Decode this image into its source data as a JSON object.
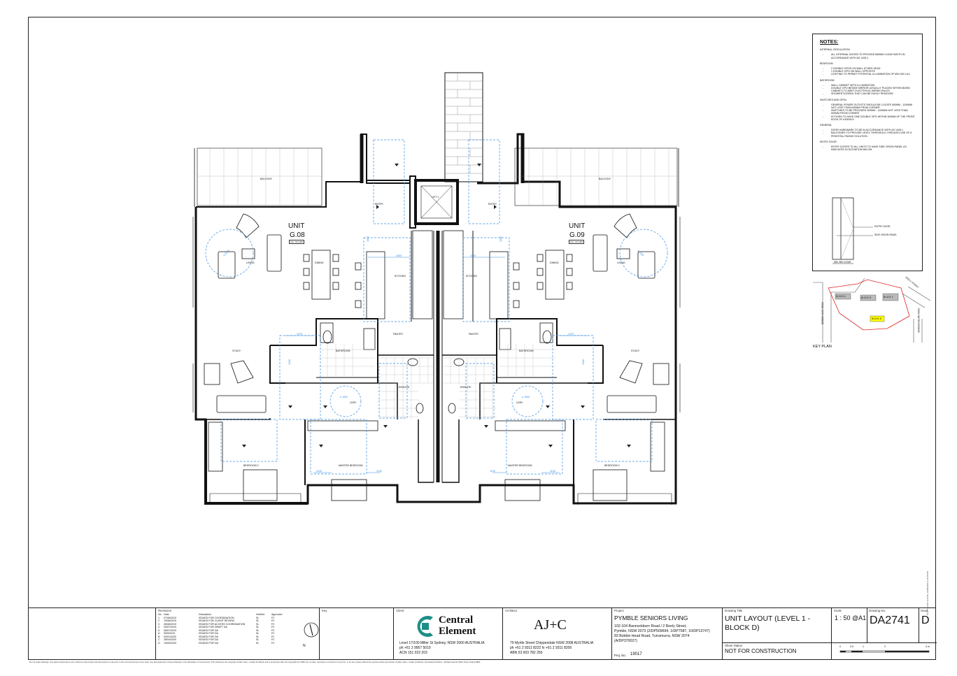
{
  "plan": {
    "unit_left": {
      "label": "UNIT",
      "id": "G.08",
      "rl": "FFL: 161.280"
    },
    "unit_right": {
      "label": "UNIT",
      "id": "G.09",
      "rl": "FFL: 161.280"
    },
    "rooms": {
      "balcony": "BALCONY",
      "living": "LIVING",
      "dining": "DINING",
      "kitchen": "KITCHEN",
      "pantry": "PANTRY",
      "study": "STUDY",
      "bathroom": "BATHROOM",
      "ensuite": "ENSUITE",
      "bedroom2": "BEDROOM 2",
      "master": "MASTER BEDROOM",
      "entry": "ENTRY",
      "lift": "LIFT 1",
      "ldry": "LDRY"
    },
    "dims": {
      "d2250": "⌀ 2250",
      "d1550": "1550",
      "d1275": "1275",
      "d1500": "⌀ 1500",
      "d1105": "1105",
      "d1000": "1000",
      "d1450": "1450"
    }
  },
  "notes": {
    "title": "NOTES:",
    "sections": [
      {
        "heading": "INTERNAL CIRCULATION",
        "items": [
          "ALL INTERNAL DOORS TO PROVIDE 850MM CLEAR WIDTH IN ACCORDANCE WITH AS 1428.1"
        ]
      },
      {
        "heading": "BEDROOM",
        "items": [
          "2 DOUBLE GPOS ON WALL AT BED HEAD",
          "1 DOUBLE GPO ON WALL OPPOSITE",
          "LIGHTING TO PERMIT POTENTIAL ILLUMINATION OF MIN 300 LUX"
        ]
      },
      {
        "heading": "BATHROOM",
        "items": [
          "WALL CABINET WITH ILLUMINATION",
          "DOUBLE GPO BESIDE MIRROR (USUALLY PLACED WITHIN BASIN CABINET) TO MEET ELECTRICAL WIRING RULES",
          "SHOWER SCREEN THAT CAN BE EASILY REMOVED"
        ]
      },
      {
        "heading": "SWITCHES AND GPOs",
        "items": [
          "GENERAL POWER OUTLETS SHOULD BE LOCATE 600MM - 1100MM NOT LESS THAN 500MM FROM CORNER",
          "SWITCHES TO BE PROVIDED 900MM - 1100MM NOT LESS THAN 500MM FROM CORNER",
          "KITCHEN TO HAVE ONE DOUBLE GPO WITHIN 300MM OF THE FRONT EDGE OF A BENCH"
        ]
      },
      {
        "heading": "GENERAL",
        "items": [
          "DOOR HARDWARE TO BE IN ACCORDANCE WITH AS 1428.1",
          "BALCONIES TO PROVIDE LEVEL THRESHOLD THROUGH USE OF A PEDESTAL PAVING SOLUTION"
        ]
      },
      {
        "heading": "ENTRY DOOR",
        "items": [
          "ENTRY DOORS TO ALL UNITS TO HAVE SIDE VISION PANEL AS INDICATED IN ELEVATION BELOW"
        ]
      }
    ],
    "door_labels": {
      "entry": "ENTRY DOOR",
      "side": "SIDE VISION PANEL",
      "clear": "MIN. 850 CLEAR"
    }
  },
  "keyplan": {
    "title": "KEY PLAN",
    "blocks": [
      "BLOCK A",
      "BLOCK B",
      "BLOCK C",
      "BLOCK D"
    ],
    "streets": [
      "REELY STREET",
      "BOBBIN HEAD ROAD",
      "BANNOCKBURN ROAD"
    ]
  },
  "titleblock": {
    "revisions_label": "Revisions",
    "rev_headers": [
      "No.",
      "Date",
      "Description",
      "Verified",
      "Approved"
    ],
    "revisions": [
      [
        "1",
        "07/06/2019",
        "ISSUED FOR COORDINATION",
        "SL",
        "PJ"
      ],
      [
        "2",
        "19/06/2019",
        "ISSUED FOR CLIENT REVIEW",
        "SL",
        "PJ"
      ],
      [
        "3",
        "28/06/2019",
        "ISSUED FOR ACCESS COORDINATION",
        "SL",
        "PJ"
      ],
      [
        "4",
        "03/07/2019",
        "ISSUED FOR DRAFT DA",
        "SL",
        "PJ"
      ],
      [
        "5",
        "08/07/2019",
        "ISSUED FOR DA",
        "SL",
        "PJ"
      ],
      [
        "A",
        "9/09/2019",
        "ISSUED FOR DA",
        "SL",
        "PJ"
      ],
      [
        "B",
        "03/01/2020",
        "ISSUED FOR DA",
        "SL",
        "PJ"
      ],
      [
        "C",
        "28/04/2020",
        "ISSUED FOR DA",
        "SL",
        "PJ"
      ],
      [
        "D",
        "19/05/2020",
        "ISSUED FOR DA",
        "SL",
        "PJ"
      ]
    ],
    "key_label": "Key",
    "north": "N",
    "client_label": "Client",
    "client_name1": "Central",
    "client_name2": "Element",
    "client_addr": [
      "Level 17/100 Miller St Sydney, NSW 2060 AUSTRALIA",
      "ph +61 2 9957 5019",
      "ACN 151 022 203"
    ],
    "architect_label": "Architect",
    "architect_logo": "AJ+C",
    "architect_addr": [
      "79 Myrtle Street Chippendale NSW 2008 AUSTRALIA",
      "ph +61 2 9311 8222 fx +61 2 9311 8200",
      "ABN 53 003 782 250"
    ],
    "project_label": "Project",
    "project_name": "PYMBLE SENIORS LIVING",
    "project_addr": [
      "102-104 Bannockburn Road / 2 Reely Street,",
      "Pymble, NSW 2073 (2/DP509694, 1/DP7587, 10/DP13747)",
      "83 Bobbin Head Road, Turramurra, NSW 2074",
      "(A/DP370027)"
    ],
    "proj_no_label": "Proj. No.",
    "proj_no": "19017",
    "drawing_title_label": "Drawing Title",
    "drawing_title": [
      "UNIT LAYOUT (LEVEL 1 -",
      "BLOCK D)"
    ],
    "sheet_status_label": "Sheet Status",
    "sheet_status": "NOT FOR CONSTRUCTION",
    "scale_label": "Scale",
    "scale": "1 : 50 @A1",
    "drawing_no_label": "Drawing No.",
    "drawing_no": "DA2741",
    "issue_label": "Issue",
    "issue": "D",
    "scalebar": [
      "0",
      "0.5",
      "1",
      "2",
      "4 m"
    ]
  },
  "footer_note": "Do not scale drawings. Use figured dimensions only. Check & verify levels and dimensions on site prior to the commencement of any work. Any discrepancies in these drawings or the fabrication of components. This drawing is the copyright of Allen Jack + Cottier Architects and is protected under the Copyright Act 1968. Do not alter, reproduce or transmit in any form, or by any means without the express written permission of Allen Jack + Cottier Architects. Nominated Architect - Michael Heenan 5264. Peter Ireland 6860",
  "side_text": "PLOTTED BY & DATE: 19/05/2020 3:44:05 PM"
}
